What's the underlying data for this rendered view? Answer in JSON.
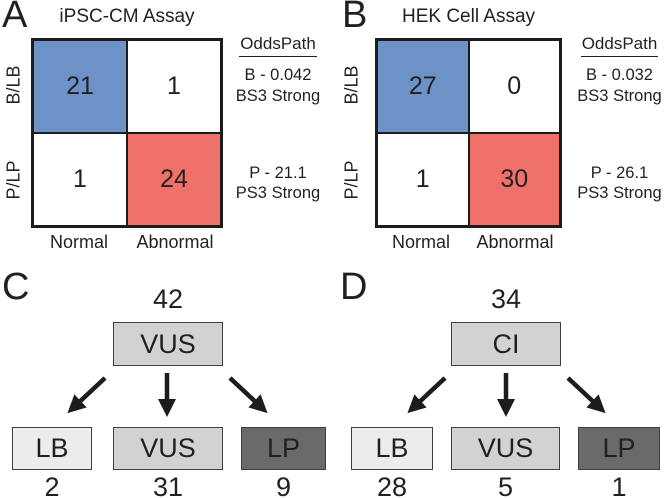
{
  "colors": {
    "benign_cell_blue": "#6c92c8",
    "pathogenic_cell_red": "#f0716a",
    "vus_box_gray": "#d2d2d2",
    "lb_box_light_gray": "#ececec",
    "lp_box_dark_gray": "#6a6a6a",
    "ink": "#231f20"
  },
  "panels": {
    "a": {
      "letter": "A",
      "title": "iPSC-CM Assay",
      "row_labels": [
        "B/LB",
        "P/LP"
      ],
      "col_labels": [
        "Normal",
        "Abnormal"
      ],
      "cells": [
        [
          "21",
          "1"
        ],
        [
          "1",
          "24"
        ]
      ],
      "oddspath": {
        "heading": "OddsPath",
        "benign_line1": "B - 0.042",
        "benign_line2": "BS3 Strong",
        "path_line1": "P - 21.1",
        "path_line2": "PS3 Strong"
      }
    },
    "b": {
      "letter": "B",
      "title": "HEK Cell Assay",
      "row_labels": [
        "B/LB",
        "P/LP"
      ],
      "col_labels": [
        "Normal",
        "Abnormal"
      ],
      "cells": [
        [
          "27",
          "0"
        ],
        [
          "1",
          "30"
        ]
      ],
      "oddspath": {
        "heading": "OddsPath",
        "benign_line1": "B - 0.032",
        "benign_line2": "BS3 Strong",
        "path_line1": "P - 26.1",
        "path_line2": "PS3 Strong"
      }
    },
    "c": {
      "letter": "C",
      "total": "42",
      "source_label": "VUS",
      "outcomes": [
        {
          "label": "LB",
          "count": "2"
        },
        {
          "label": "VUS",
          "count": "31"
        },
        {
          "label": "LP",
          "count": "9"
        }
      ]
    },
    "d": {
      "letter": "D",
      "total": "34",
      "source_label": "CI",
      "outcomes": [
        {
          "label": "LB",
          "count": "28"
        },
        {
          "label": "VUS",
          "count": "5"
        },
        {
          "label": "LP",
          "count": "1"
        }
      ]
    }
  },
  "chart_data": [
    {
      "type": "heatmap",
      "title": "iPSC-CM Assay",
      "rows": [
        "B/LB",
        "P/LP"
      ],
      "columns": [
        "Normal",
        "Abnormal"
      ],
      "values": [
        [
          21,
          1
        ],
        [
          1,
          24
        ]
      ],
      "annotations": [
        "OddsPath",
        "B - 0.042 BS3 Strong",
        "P - 21.1 PS3 Strong"
      ]
    },
    {
      "type": "heatmap",
      "title": "HEK Cell Assay",
      "rows": [
        "B/LB",
        "P/LP"
      ],
      "columns": [
        "Normal",
        "Abnormal"
      ],
      "values": [
        [
          27,
          0
        ],
        [
          1,
          30
        ]
      ],
      "annotations": [
        "OddsPath",
        "B - 0.032 BS3 Strong",
        "P - 26.1 PS3 Strong"
      ]
    },
    {
      "type": "table",
      "title": "VUS reclassification flow (panel C)",
      "source": {
        "label": "VUS",
        "total": 42
      },
      "categories": [
        "LB",
        "VUS",
        "LP"
      ],
      "values": [
        2,
        31,
        9
      ]
    },
    {
      "type": "table",
      "title": "CI reclassification flow (panel D)",
      "source": {
        "label": "CI",
        "total": 34
      },
      "categories": [
        "LB",
        "VUS",
        "LP"
      ],
      "values": [
        28,
        5,
        1
      ]
    }
  ]
}
